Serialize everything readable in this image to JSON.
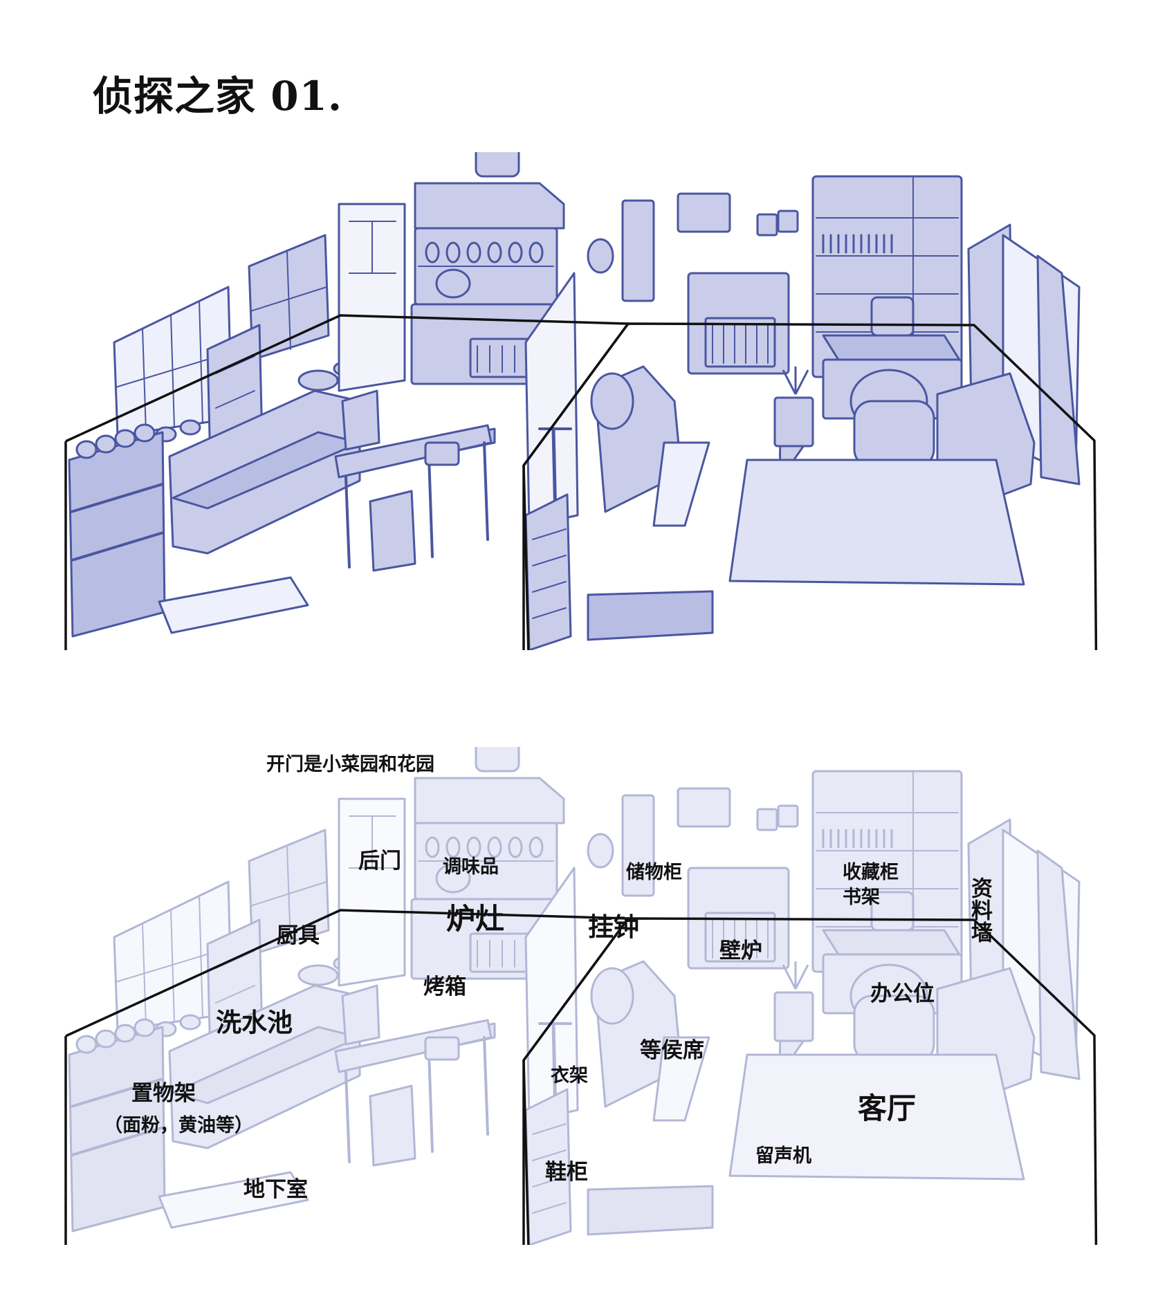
{
  "title": "侦探之家 01.",
  "note": "开门是小菜园和花园",
  "colors": {
    "sketch_fill": "#c9cdea",
    "sketch_stroke": "#4a56a0",
    "outline": "#111111",
    "label": "#111111"
  },
  "labels": {
    "back_door": "后门",
    "seasoning": "调味品",
    "stove": "炉灶",
    "kitchenware": "厨具",
    "oven": "烤箱",
    "sink": "洗水池",
    "shelf": "置物架",
    "shelf_note": "（面粉，黄油等）",
    "basement": "地下室",
    "storage_cabinet": "储物柜",
    "wall_clock": "挂钟",
    "fireplace": "壁炉",
    "collection_cabinet": "收藏柜",
    "bookshelf": "书架",
    "office_desk": "办公位",
    "archive_wall": "资料墙",
    "waiting_seat": "等侯席",
    "coat_rack": "衣架",
    "living_room": "客厅",
    "gramophone": "留声机",
    "shoe_cabinet": "鞋柜"
  }
}
